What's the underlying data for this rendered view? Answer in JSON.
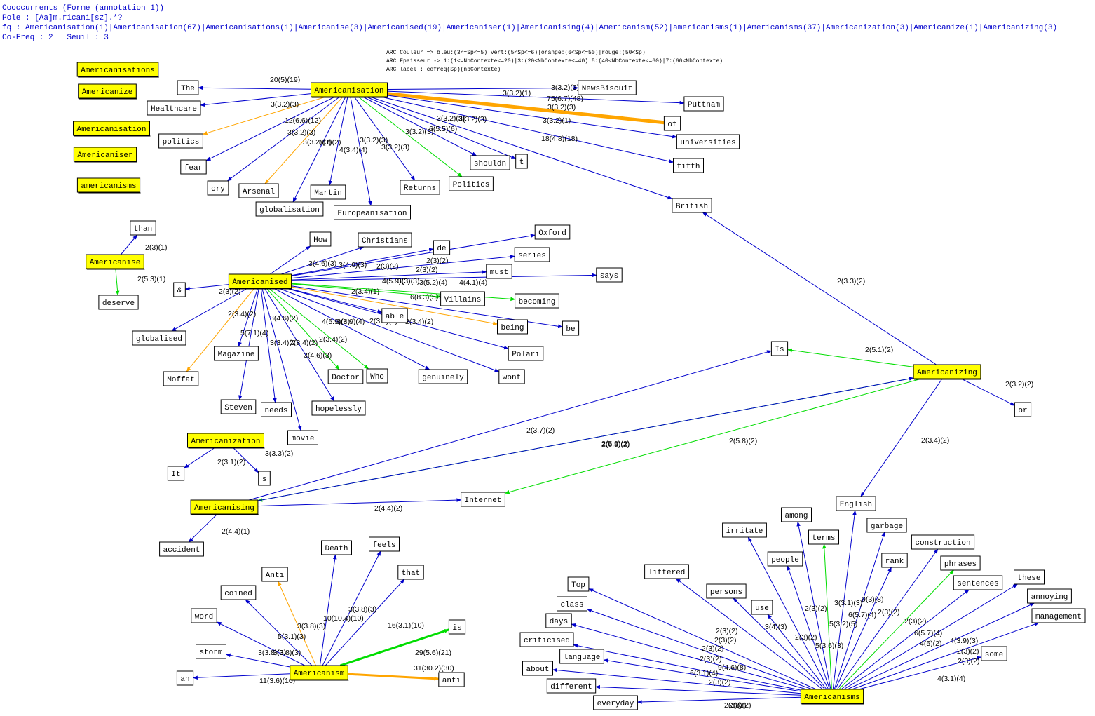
{
  "header": {
    "line1": "Cooccurrents (Forme (annotation 1))",
    "line2": "Pole : [Aa]m.ricani[sz].*?",
    "line3": "fq : Americanisation(1)|Americanisation(67)|Americanisations(1)|Americanise(3)|Americanised(19)|Americaniser(1)|Americanising(4)|Americanism(52)|americanisms(1)|Americanisms(37)|Americanization(3)|Americanize(1)|Americanizing(3)",
    "line4": "Co-Freq : 2 | Seuil : 3"
  },
  "legend": [
    "ARC Couleur => bleu:(3<=Sp<=5)|vert:(5<Sp<=6)|orange:(6<Sp<=50)|rouge:(50<Sp)",
    "ARC Epaisseur -> 1:(1<=NbContexte<=20)|3:(20<NbContexte<=40)|5:(40<NbContexte<=60)|7:(60<NbContexte)",
    "ARC label : cofreq(Sp)(nbContexte)"
  ],
  "colors": {
    "blue": "#0000cc",
    "green": "#00dd00",
    "orange": "#ffa500",
    "pole": "#ffff00",
    "header": "#0000cc"
  },
  "nodes": [
    {
      "id": "americanisations",
      "label": "Americanisations",
      "pole": true
    },
    {
      "id": "americanize",
      "label": "Americanize",
      "pole": true
    },
    {
      "id": "americanisation2",
      "label": "Americanisation",
      "pole": true
    },
    {
      "id": "americaniser",
      "label": "Americaniser",
      "pole": true
    },
    {
      "id": "americanisms_lc",
      "label": "americanisms",
      "pole": true
    },
    {
      "id": "americanisation",
      "label": "Americanisation",
      "pole": true
    },
    {
      "id": "americanise",
      "label": "Americanise",
      "pole": true
    },
    {
      "id": "americanised",
      "label": "Americanised",
      "pole": true
    },
    {
      "id": "americanizing",
      "label": "Americanizing",
      "pole": true
    },
    {
      "id": "americanization",
      "label": "Americanization",
      "pole": true
    },
    {
      "id": "americanising",
      "label": "Americanising",
      "pole": true
    },
    {
      "id": "americanism",
      "label": "Americanism",
      "pole": true
    },
    {
      "id": "americanisms",
      "label": "Americanisms",
      "pole": true
    },
    {
      "id": "the",
      "label": "The"
    },
    {
      "id": "healthcare",
      "label": "Healthcare"
    },
    {
      "id": "politics",
      "label": "politics"
    },
    {
      "id": "fear",
      "label": "fear"
    },
    {
      "id": "cry",
      "label": "cry"
    },
    {
      "id": "arsenal",
      "label": "Arsenal"
    },
    {
      "id": "globalisation",
      "label": "globalisation"
    },
    {
      "id": "martin",
      "label": "Martin"
    },
    {
      "id": "europeanisation",
      "label": "Europeanisation"
    },
    {
      "id": "returns",
      "label": "Returns"
    },
    {
      "id": "politics2",
      "label": "Politics"
    },
    {
      "id": "shouldn",
      "label": "shouldn"
    },
    {
      "id": "t",
      "label": "t"
    },
    {
      "id": "newsbiscuit",
      "label": "NewsBiscuit"
    },
    {
      "id": "puttnam",
      "label": "Puttnam"
    },
    {
      "id": "of",
      "label": "of"
    },
    {
      "id": "universities",
      "label": "universities"
    },
    {
      "id": "fifth",
      "label": "fifth"
    },
    {
      "id": "british",
      "label": "British"
    },
    {
      "id": "than",
      "label": "than"
    },
    {
      "id": "deserve",
      "label": "deserve"
    },
    {
      "id": "amp",
      "label": "&"
    },
    {
      "id": "how",
      "label": "How"
    },
    {
      "id": "christians",
      "label": "Christians"
    },
    {
      "id": "de",
      "label": "de"
    },
    {
      "id": "oxford",
      "label": "Oxford"
    },
    {
      "id": "series",
      "label": "series"
    },
    {
      "id": "must",
      "label": "must"
    },
    {
      "id": "says",
      "label": "says"
    },
    {
      "id": "villains",
      "label": "Villains"
    },
    {
      "id": "becoming",
      "label": "becoming"
    },
    {
      "id": "able",
      "label": "able"
    },
    {
      "id": "being",
      "label": "being"
    },
    {
      "id": "be",
      "label": "be"
    },
    {
      "id": "polari",
      "label": "Polari"
    },
    {
      "id": "wont",
      "label": "wont"
    },
    {
      "id": "genuinely",
      "label": "genuinely"
    },
    {
      "id": "who",
      "label": "Who"
    },
    {
      "id": "doctor",
      "label": "Doctor"
    },
    {
      "id": "hopelessly",
      "label": "hopelessly"
    },
    {
      "id": "movie",
      "label": "movie"
    },
    {
      "id": "needs",
      "label": "needs"
    },
    {
      "id": "steven",
      "label": "Steven"
    },
    {
      "id": "magazine",
      "label": "Magazine"
    },
    {
      "id": "globalised",
      "label": "globalised"
    },
    {
      "id": "moffat",
      "label": "Moffat"
    },
    {
      "id": "is_cap",
      "label": "Is"
    },
    {
      "id": "or",
      "label": "or"
    },
    {
      "id": "english",
      "label": "English"
    },
    {
      "id": "it",
      "label": "It"
    },
    {
      "id": "s",
      "label": "s"
    },
    {
      "id": "internet",
      "label": "Internet"
    },
    {
      "id": "accident",
      "label": "accident"
    },
    {
      "id": "death",
      "label": "Death"
    },
    {
      "id": "feels",
      "label": "feels"
    },
    {
      "id": "that",
      "label": "that"
    },
    {
      "id": "anti_cap",
      "label": "Anti"
    },
    {
      "id": "coined",
      "label": "coined"
    },
    {
      "id": "word",
      "label": "word"
    },
    {
      "id": "storm",
      "label": "storm"
    },
    {
      "id": "an",
      "label": "an"
    },
    {
      "id": "is_lc",
      "label": "is"
    },
    {
      "id": "anti_lc",
      "label": "anti"
    },
    {
      "id": "irritate",
      "label": "irritate"
    },
    {
      "id": "among",
      "label": "among"
    },
    {
      "id": "terms",
      "label": "terms"
    },
    {
      "id": "garbage",
      "label": "garbage"
    },
    {
      "id": "construction",
      "label": "construction"
    },
    {
      "id": "people",
      "label": "people"
    },
    {
      "id": "rank",
      "label": "rank"
    },
    {
      "id": "phrases",
      "label": "phrases"
    },
    {
      "id": "these",
      "label": "these"
    },
    {
      "id": "littered",
      "label": "littered"
    },
    {
      "id": "sentences",
      "label": "sentences"
    },
    {
      "id": "annoying",
      "label": "annoying"
    },
    {
      "id": "top",
      "label": "Top"
    },
    {
      "id": "persons",
      "label": "persons"
    },
    {
      "id": "management",
      "label": "management"
    },
    {
      "id": "class",
      "label": "class"
    },
    {
      "id": "use",
      "label": "use"
    },
    {
      "id": "days",
      "label": "days"
    },
    {
      "id": "criticised",
      "label": "criticised"
    },
    {
      "id": "language",
      "label": "language"
    },
    {
      "id": "some",
      "label": "some"
    },
    {
      "id": "about",
      "label": "about"
    },
    {
      "id": "different",
      "label": "different"
    },
    {
      "id": "everyday",
      "label": "everyday"
    }
  ],
  "edges": [
    {
      "from": "americanisation",
      "to": "the",
      "label": "20(5)(19)",
      "color": "blue",
      "width": 1
    },
    {
      "from": "americanisation",
      "to": "healthcare",
      "label": "3(3.2)(3)",
      "color": "blue",
      "width": 1
    },
    {
      "from": "americanisation",
      "to": "politics",
      "label": "12(6.6)(12)",
      "color": "orange",
      "width": 1
    },
    {
      "from": "americanisation",
      "to": "fear",
      "label": "3(3.2)(3)",
      "color": "blue",
      "width": 1
    },
    {
      "from": "americanisation",
      "to": "cry",
      "label": "3(3.2)(3)",
      "color": "blue",
      "width": 1
    },
    {
      "from": "americanisation",
      "to": "arsenal",
      "label": "8(7)(2)",
      "color": "orange",
      "width": 1
    },
    {
      "from": "americanisation",
      "to": "globalisation",
      "label": "4(3.4)(4)",
      "color": "blue",
      "width": 1
    },
    {
      "from": "americanisation",
      "to": "martin",
      "label": "3(3.2)(3)",
      "color": "blue",
      "width": 1
    },
    {
      "from": "americanisation",
      "to": "europeanisation",
      "label": "3(3.2)(3)",
      "color": "blue",
      "width": 1
    },
    {
      "from": "americanisation",
      "to": "returns",
      "label": "3(3.2)(3)",
      "color": "blue",
      "width": 1
    },
    {
      "from": "americanisation",
      "to": "politics2",
      "label": "6(5.5)(6)",
      "color": "green",
      "width": 1
    },
    {
      "from": "americanisation",
      "to": "shouldn",
      "label": "3(3.2)(3)",
      "color": "blue",
      "width": 1
    },
    {
      "from": "americanisation",
      "to": "t",
      "label": "3(3.2)(3)",
      "color": "blue",
      "width": 1
    },
    {
      "from": "americanisation",
      "to": "newsbiscuit",
      "label": "3(3.2)(3)",
      "color": "blue",
      "width": 1
    },
    {
      "from": "americanisation",
      "to": "puttnam",
      "label": "3(3.2)(1)",
      "color": "blue",
      "width": 1
    },
    {
      "from": "americanisation",
      "to": "of",
      "label": "75(6.7)(48)",
      "color": "orange",
      "width": 5
    },
    {
      "from": "americanisation",
      "to": "universities",
      "label": "3(3.2)(1)",
      "color": "blue",
      "width": 1
    },
    {
      "from": "americanisation",
      "to": "fifth",
      "label": "18(4.8)(18)",
      "color": "blue",
      "width": 1
    },
    {
      "from": "americanisation",
      "to": "british",
      "label": "3(3.2)(3)",
      "color": "blue",
      "width": 1
    },
    {
      "from": "americanise",
      "to": "than",
      "label": "2(3)(1)",
      "color": "blue",
      "width": 1
    },
    {
      "from": "americanise",
      "to": "deserve",
      "label": "2(5.3)(1)",
      "color": "green",
      "width": 1
    },
    {
      "from": "americanised",
      "to": "amp",
      "label": "2(3)(2)",
      "color": "blue",
      "width": 1
    },
    {
      "from": "americanised",
      "to": "how",
      "label": "3(4.6)(3)",
      "color": "blue",
      "width": 1
    },
    {
      "from": "americanised",
      "to": "christians",
      "label": "3(4.6)(3)",
      "color": "blue",
      "width": 1
    },
    {
      "from": "americanised",
      "to": "de",
      "label": "2(3)(2)",
      "color": "blue",
      "width": 1
    },
    {
      "from": "americanised",
      "to": "oxford",
      "label": "2(3)(2)",
      "color": "blue",
      "width": 1
    },
    {
      "from": "americanised",
      "to": "series",
      "label": "2(3)(2)",
      "color": "blue",
      "width": 1
    },
    {
      "from": "americanised",
      "to": "must",
      "label": "4(5.9)(3)",
      "color": "blue",
      "width": 1
    },
    {
      "from": "americanised",
      "to": "says",
      "label": "4(4.1)(4)",
      "color": "blue",
      "width": 1
    },
    {
      "from": "americanised",
      "to": "villains",
      "label": "3(5.2)(4)",
      "color": "green",
      "width": 1
    },
    {
      "from": "americanised",
      "to": "becoming",
      "label": "3(3)(3)",
      "color": "green",
      "width": 1
    },
    {
      "from": "americanised",
      "to": "able",
      "label": "2(3.4)(1)",
      "color": "blue",
      "width": 1
    },
    {
      "from": "americanised",
      "to": "being",
      "label": "6(8.3)(5)",
      "color": "orange",
      "width": 1
    },
    {
      "from": "americanised",
      "to": "be",
      "label": "9(3.6)(2)",
      "color": "blue",
      "width": 1
    },
    {
      "from": "americanised",
      "to": "polari",
      "label": "2(3.4)(2)",
      "color": "blue",
      "width": 1
    },
    {
      "from": "americanised",
      "to": "wont",
      "label": "2(3.4)(2)",
      "color": "blue",
      "width": 1
    },
    {
      "from": "americanised",
      "to": "genuinely",
      "label": "3(3.9)(4)",
      "color": "blue",
      "width": 1
    },
    {
      "from": "americanised",
      "to": "who",
      "label": "4(5.9)(4)",
      "color": "green",
      "width": 1
    },
    {
      "from": "americanised",
      "to": "doctor",
      "label": "2(3.4)(2)",
      "color": "green",
      "width": 1
    },
    {
      "from": "americanised",
      "to": "hopelessly",
      "label": "3(4.6)(3)",
      "color": "blue",
      "width": 1
    },
    {
      "from": "americanised",
      "to": "movie",
      "label": "2(3.4)(2)",
      "color": "blue",
      "width": 1
    },
    {
      "from": "americanised",
      "to": "needs",
      "label": "3(3.4)(2)",
      "color": "blue",
      "width": 1
    },
    {
      "from": "americanised",
      "to": "steven",
      "label": "3(4.6)(2)",
      "color": "blue",
      "width": 1
    },
    {
      "from": "americanised",
      "to": "magazine",
      "label": "5(7.1)(4)",
      "color": "blue",
      "width": 1
    },
    {
      "from": "americanised",
      "to": "globalised",
      "label": "2(3.4)(2)",
      "color": "blue",
      "width": 1
    },
    {
      "from": "americanised",
      "to": "moffat",
      "label": "",
      "color": "orange",
      "width": 1
    },
    {
      "from": "americanizing",
      "to": "british",
      "label": "2(3.3)(2)",
      "color": "blue",
      "width": 1
    },
    {
      "from": "americanizing",
      "to": "is_cap",
      "label": "2(5.1)(2)",
      "color": "green",
      "width": 1
    },
    {
      "from": "americanizing",
      "to": "or",
      "label": "2(3.2)(2)",
      "color": "blue",
      "width": 1
    },
    {
      "from": "americanizing",
      "to": "english",
      "label": "2(3.4)(2)",
      "color": "blue",
      "width": 1
    },
    {
      "from": "americanizing",
      "to": "americanising",
      "label": "2(6.5)(2)",
      "color": "green",
      "width": 1
    },
    {
      "from": "americanising",
      "to": "americanizing",
      "label": "2(5.9)(2)",
      "color": "blue",
      "width": 1
    },
    {
      "from": "americanizing",
      "to": "internet",
      "label": "2(5.8)(2)",
      "color": "green",
      "width": 1
    },
    {
      "from": "americanising",
      "to": "is_cap",
      "label": "2(3.7)(2)",
      "color": "blue",
      "width": 1
    },
    {
      "from": "americanization",
      "to": "it",
      "label": "2(3.1)(2)",
      "color": "blue",
      "width": 1
    },
    {
      "from": "americanization",
      "to": "s",
      "label": "3(3.3)(2)",
      "color": "blue",
      "width": 1
    },
    {
      "from": "americanising",
      "to": "internet",
      "label": "2(4.4)(2)",
      "color": "blue",
      "width": 1
    },
    {
      "from": "americanising",
      "to": "accident",
      "label": "2(4.4)(1)",
      "color": "blue",
      "width": 1
    },
    {
      "from": "americanism",
      "to": "death",
      "label": "10(10.4)(10)",
      "color": "blue",
      "width": 1
    },
    {
      "from": "americanism",
      "to": "feels",
      "label": "3(3.8)(3)",
      "color": "blue",
      "width": 1
    },
    {
      "from": "americanism",
      "to": "that",
      "label": "16(3.1)(10)",
      "color": "blue",
      "width": 1
    },
    {
      "from": "americanism",
      "to": "anti_cap",
      "label": "3(3.8)(3)",
      "color": "orange",
      "width": 1
    },
    {
      "from": "americanism",
      "to": "coined",
      "label": "5(3.1)(3)",
      "color": "blue",
      "width": 1
    },
    {
      "from": "americanism",
      "to": "word",
      "label": "3(3.8)(3)",
      "color": "blue",
      "width": 1
    },
    {
      "from": "americanism",
      "to": "storm",
      "label": "3(3.8)(3)",
      "color": "blue",
      "width": 1
    },
    {
      "from": "americanism",
      "to": "an",
      "label": "11(3.6)(10)",
      "color": "blue",
      "width": 1
    },
    {
      "from": "americanism",
      "to": "is_lc",
      "label": "29(5.6)(21)",
      "color": "green",
      "width": 3
    },
    {
      "from": "americanism",
      "to": "anti_lc",
      "label": "31(30.2)(30)",
      "color": "orange",
      "width": 3
    },
    {
      "from": "americanisms",
      "to": "english",
      "label": "3(3.1)(3)",
      "color": "blue",
      "width": 1
    },
    {
      "from": "americanisms",
      "to": "irritate",
      "label": "2(3)(2)",
      "color": "blue",
      "width": 1
    },
    {
      "from": "americanisms",
      "to": "among",
      "label": "5(3.6)(3)",
      "color": "blue",
      "width": 1
    },
    {
      "from": "americanisms",
      "to": "terms",
      "label": "5(3.2)(5)",
      "color": "green",
      "width": 1
    },
    {
      "from": "americanisms",
      "to": "garbage",
      "label": "6(5.7)(4)",
      "color": "blue",
      "width": 1
    },
    {
      "from": "americanisms",
      "to": "construction",
      "label": "2(3)(2)",
      "color": "blue",
      "width": 1
    },
    {
      "from": "americanisms",
      "to": "people",
      "label": "2(3)(2)",
      "color": "blue",
      "width": 1
    },
    {
      "from": "americanisms",
      "to": "rank",
      "label": "9(3)(8)",
      "color": "blue",
      "width": 1
    },
    {
      "from": "americanisms",
      "to": "phrases",
      "label": "6(5.7)(4)",
      "color": "green",
      "width": 1
    },
    {
      "from": "americanisms",
      "to": "these",
      "label": "4(3.9)(3)",
      "color": "blue",
      "width": 1
    },
    {
      "from": "americanisms",
      "to": "littered",
      "label": "2(3)(2)",
      "color": "blue",
      "width": 1
    },
    {
      "from": "americanisms",
      "to": "sentences",
      "label": "4(5)(2)",
      "color": "blue",
      "width": 1
    },
    {
      "from": "americanisms",
      "to": "annoying",
      "label": "2(3)(2)",
      "color": "blue",
      "width": 1
    },
    {
      "from": "americanisms",
      "to": "top",
      "label": "2(3)(2)",
      "color": "blue",
      "width": 1
    },
    {
      "from": "americanisms",
      "to": "persons",
      "label": "3(4)(3)",
      "color": "blue",
      "width": 1
    },
    {
      "from": "americanisms",
      "to": "management",
      "label": "2(3)(2)",
      "color": "blue",
      "width": 1
    },
    {
      "from": "americanisms",
      "to": "class",
      "label": "2(3)(2)",
      "color": "blue",
      "width": 1
    },
    {
      "from": "americanisms",
      "to": "use",
      "label": "2(3)(2)",
      "color": "blue",
      "width": 1
    },
    {
      "from": "americanisms",
      "to": "days",
      "label": "2(3)(2)",
      "color": "blue",
      "width": 1
    },
    {
      "from": "americanisms",
      "to": "criticised",
      "label": "9(4.6)(8)",
      "color": "blue",
      "width": 1
    },
    {
      "from": "americanisms",
      "to": "language",
      "label": "6(3.1)(4)",
      "color": "blue",
      "width": 1
    },
    {
      "from": "americanisms",
      "to": "some",
      "label": "4(3.1)(4)",
      "color": "blue",
      "width": 1
    },
    {
      "from": "americanisms",
      "to": "about",
      "label": "2(3)(2)",
      "color": "blue",
      "width": 1
    },
    {
      "from": "americanisms",
      "to": "different",
      "label": "2(3)(2)",
      "color": "blue",
      "width": 1
    },
    {
      "from": "americanisms",
      "to": "everyday",
      "label": "2(3)(2)",
      "color": "blue",
      "width": 1
    }
  ]
}
